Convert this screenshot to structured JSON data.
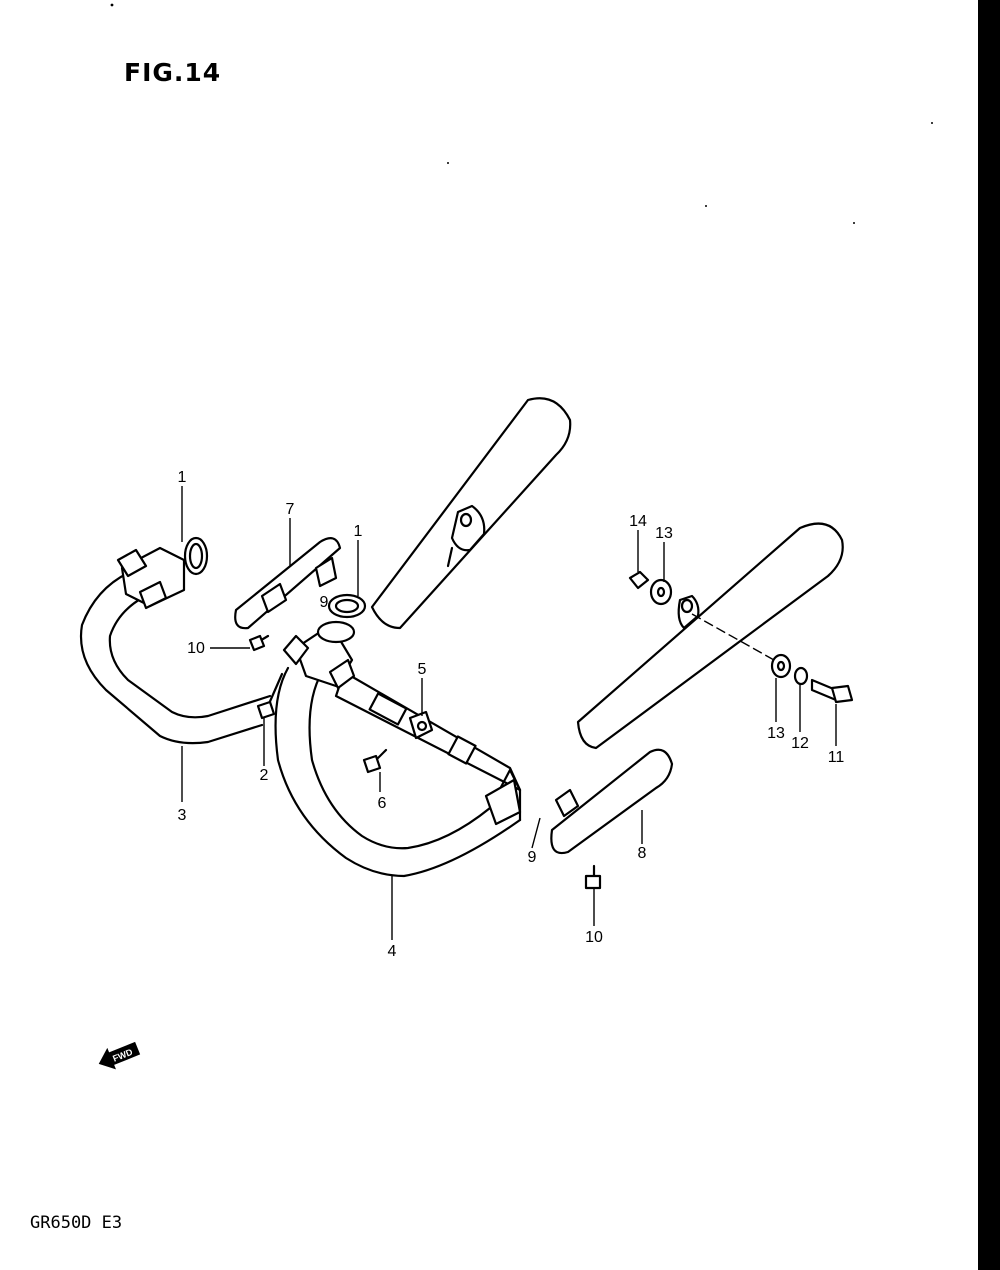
{
  "figure": {
    "title": "FIG.14",
    "model_code": "GR650D E3"
  },
  "fwd_label": "FWD",
  "callouts": {
    "c1a": "1",
    "c1b": "1",
    "c2": "2",
    "c3": "3",
    "c4": "4",
    "c5": "5",
    "c6": "6",
    "c7": "7",
    "c8": "8",
    "c9a": "9",
    "c9b": "9",
    "c10a": "10",
    "c10b": "10",
    "c11": "11",
    "c12": "12",
    "c13a": "13",
    "c13b": "13",
    "c14": "14"
  }
}
